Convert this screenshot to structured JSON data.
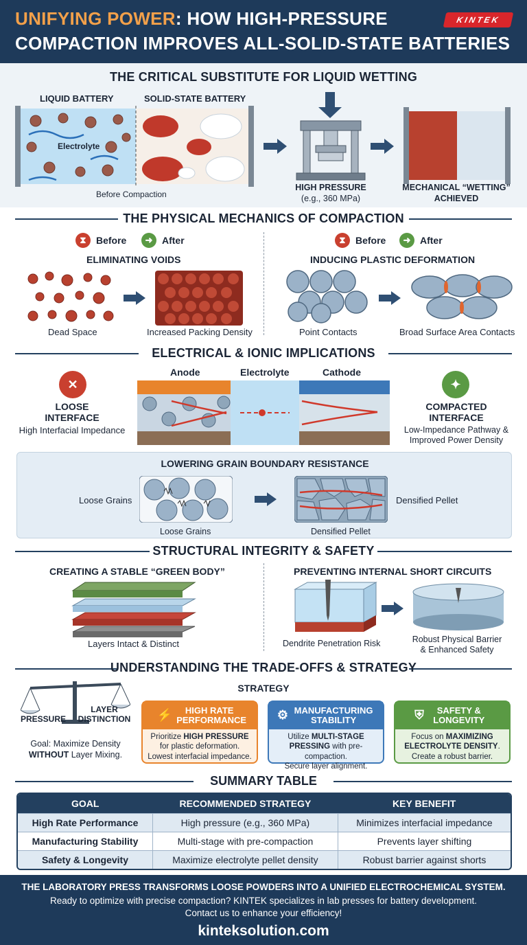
{
  "header": {
    "title_highlight": "UNIFYING POWER",
    "title_rest": ": HOW HIGH-PRESSURE",
    "title_line2": "COMPACTION IMPROVES ALL-SOLID-STATE BATTERIES",
    "logo": "KINTEK"
  },
  "section1": {
    "heading": "THE CRITICAL SUBSTITUTE FOR LIQUID WETTING",
    "liquid_label": "LIQUID BATTERY",
    "solid_label": "SOLID-STATE BATTERY",
    "electrolyte_label": "Electrolyte",
    "before_label": "Before Compaction",
    "press_label": "HIGH PRESSURE",
    "press_sub": "(e.g., 360 MPa)",
    "result_label1": "MECHANICAL “WETTING”",
    "result_label2": "ACHIEVED"
  },
  "section2": {
    "heading": "THE PHYSICAL MECHANICS OF COMPACTION",
    "before": "Before",
    "after": "After",
    "left_title": "ELIMINATING VOIDS",
    "left_before_caption": "Dead Space",
    "left_after_caption": "Increased Packing Density",
    "right_title": "INDUCING PLASTIC DEFORMATION",
    "right_before_caption": "Point Contacts",
    "right_after_caption": "Broad Surface Area Contacts"
  },
  "section3": {
    "heading": "ELECTRICAL & IONIC IMPLICATIONS",
    "anode": "Anode",
    "electrolyte": "Electrolyte",
    "cathode": "Cathode",
    "loose_title1": "LOOSE",
    "loose_title2": "INTERFACE",
    "loose_sub": "High Interfacial Impedance",
    "comp_title1": "COMPACTED",
    "comp_title2": "INTERFACE",
    "comp_sub1": "Low-Impedance Pathway &",
    "comp_sub2": "Improved Power Density",
    "grain_heading": "LOWERING GRAIN BOUNDARY RESISTANCE",
    "grain_left_side": "Loose Grains",
    "grain_left_caption": "Loose Grains",
    "grain_right_side": "Densified Pellet",
    "grain_right_caption": "Densified Pellet"
  },
  "section4": {
    "heading": "STRUCTURAL INTEGRITY & SAFETY",
    "left_title": "CREATING A STABLE “GREEN BODY”",
    "left_caption": "Layers Intact & Distinct",
    "right_title": "PREVENTING INTERNAL SHORT CIRCUITS",
    "right_cap1": "Dendrite Penetration Risk",
    "right_cap2a": "Robust Physical Barrier",
    "right_cap2b": "& Enhanced Safety"
  },
  "section5": {
    "heading": "UNDERSTANDING THE TRADE-OFFS & STRATEGY",
    "strategy": "STRATEGY",
    "scale_left": "PRESSURE",
    "scale_right1": "LAYER",
    "scale_right2": "DISTINCTION",
    "goal1": "Goal: Maximize Density",
    "goal2_bold": "WITHOUT",
    "goal2_rest": " Layer Mixing.",
    "cards": [
      {
        "title": "HIGH RATE PERFORMANCE",
        "line1_pre": "Prioritize ",
        "line1_bold": "HIGH PRESSURE",
        "line2": "for plastic deformation.",
        "line3": "Lowest interfacial impedance."
      },
      {
        "title": "MANUFACTURING STABILITY",
        "line1_pre": "Utilize ",
        "line1_bold": "MULTI-STAGE",
        "line2_bold": "PRESSING",
        "line2_rest": " with pre-compaction.",
        "line3": "Secure layer alignment."
      },
      {
        "title": "SAFETY & LONGEVITY",
        "line1_pre": "Focus on ",
        "line1_bold": "MAXIMIZING",
        "line2_bold": "ELECTROLYTE DENSITY",
        "line2_rest": ".",
        "line3": "Create a robust barrier."
      }
    ],
    "summary_heading": "SUMMARY TABLE",
    "table": {
      "headers": [
        "GOAL",
        "RECOMMENDED STRATEGY",
        "KEY BENEFIT"
      ],
      "rows": [
        [
          "High Rate Performance",
          "High pressure (e.g., 360 MPa)",
          "Minimizes interfacial impedance"
        ],
        [
          "Manufacturing Stability",
          "Multi-stage with pre-compaction",
          "Prevents layer shifting"
        ],
        [
          "Safety & Longevity",
          "Maximize electrolyte pellet density",
          "Robust barrier against shorts"
        ]
      ]
    }
  },
  "footer": {
    "line1": "THE LABORATORY PRESS TRANSFORMS LOOSE POWDERS INTO A UNIFIED ELECTROCHEMICAL SYSTEM.",
    "line2": "Ready to optimize with precise compaction? KINTEK specializes in lab presses for battery development.",
    "line3": "Contact us to enhance your efficiency!",
    "url": "kinteksolution.com"
  },
  "colors": {
    "navy": "#1e3a5a",
    "orange": "#e8842c",
    "blue": "#3d78b8",
    "green": "#5a9a44",
    "red": "#c9402f"
  }
}
